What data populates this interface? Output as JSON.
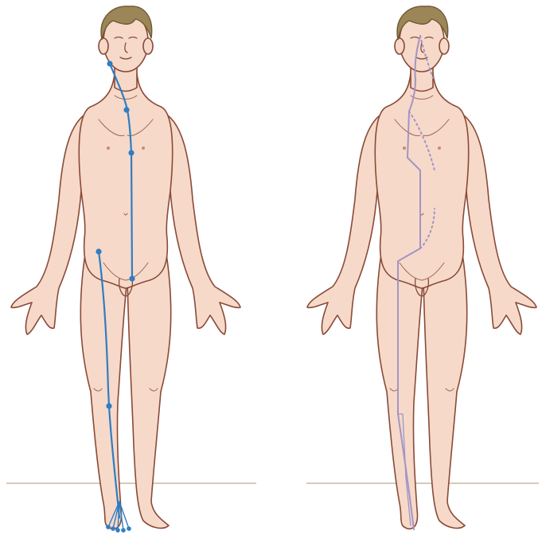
{
  "colors": {
    "background": "#ffffff",
    "skin": "#f6d9c9",
    "skin_shade": "#eecab6",
    "outline": "#8a4a38",
    "hair": "#9c8657",
    "hair_dark": "#6e5a34",
    "meridian_blue": "#2f7dc3",
    "meridian_lavender": "#a394c4",
    "floor_line": "#c9b8a4"
  },
  "figures": [
    {
      "id": "left",
      "meridian": "blue",
      "style": "line-with-points"
    },
    {
      "id": "right",
      "meridian": "lavender",
      "style": "line-with-dotted-branches"
    }
  ]
}
